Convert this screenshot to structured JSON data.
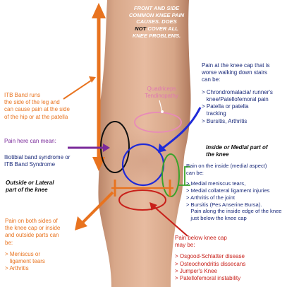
{
  "header": {
    "lines": [
      "FRONT AND SIDE",
      "COMMON KNEE PAIN",
      "CAUSES. DOES",
      "COVER ALL",
      "KNEE PROBLEMS."
    ],
    "not_word": "NOT"
  },
  "itb_band": {
    "lines": [
      "ITB Band runs",
      "the side of the leg and",
      "can cause pain at the side",
      "of the hip or at the patella"
    ]
  },
  "pain_here": {
    "title": "Pain here can mean:",
    "lines": [
      "Iliotibial band syndrome or",
      "ITB Band Syndrome"
    ]
  },
  "outside": {
    "lines": [
      "Outside or Lateral",
      "part of the knee"
    ]
  },
  "both_sides": {
    "lines": [
      "Pain on both sides of",
      "the knee cap or inside",
      "and outside parts can",
      "be:"
    ],
    "items": [
      "> Meniscus or",
      "   ligament tears",
      "> Arthritis"
    ]
  },
  "quadriceps": {
    "lines": [
      "Quadriceps",
      "Tendinopathy"
    ]
  },
  "knee_cap": {
    "lines": [
      "Pain at the knee cap that is",
      "worse walking down stairs",
      "can be:"
    ],
    "items": [
      "> Chrondromalacia/ runner's",
      "   knee/Patellofemoral pain",
      "> Patella or patella",
      "   tracking",
      "> Bursitis, Arthritis"
    ]
  },
  "inside_medial": {
    "lines": [
      "Inside or Medial part of",
      "the knee"
    ]
  },
  "inside_pain": {
    "lines": [
      "Pain on the inside (medial aspect)",
      "can be:"
    ],
    "items": [
      "> Medial meniscus tears,",
      "> Medial collateral ligament injuries",
      "> Arthritis of the joint",
      "> Bursitis (Pes Anserine Bursa).",
      "   Pain along the inside edge of the knee",
      "   just below the knee cap"
    ]
  },
  "below": {
    "lines": [
      "Pain below knee cap",
      "may be:"
    ],
    "items": [
      "> Osgood-Schlatter disease",
      "> Osteochondritis dissecans",
      "> Jumper's Knee",
      "> Patellofemoral instability"
    ]
  },
  "colors": {
    "orange": "#e8731f",
    "navy": "#1a2a7a",
    "red": "#c8201a",
    "purple": "#7a2a9a",
    "green": "#3aa32a",
    "blue": "#1f2ad8",
    "pink": "#e88ab8",
    "skin": "#d9a98c"
  }
}
